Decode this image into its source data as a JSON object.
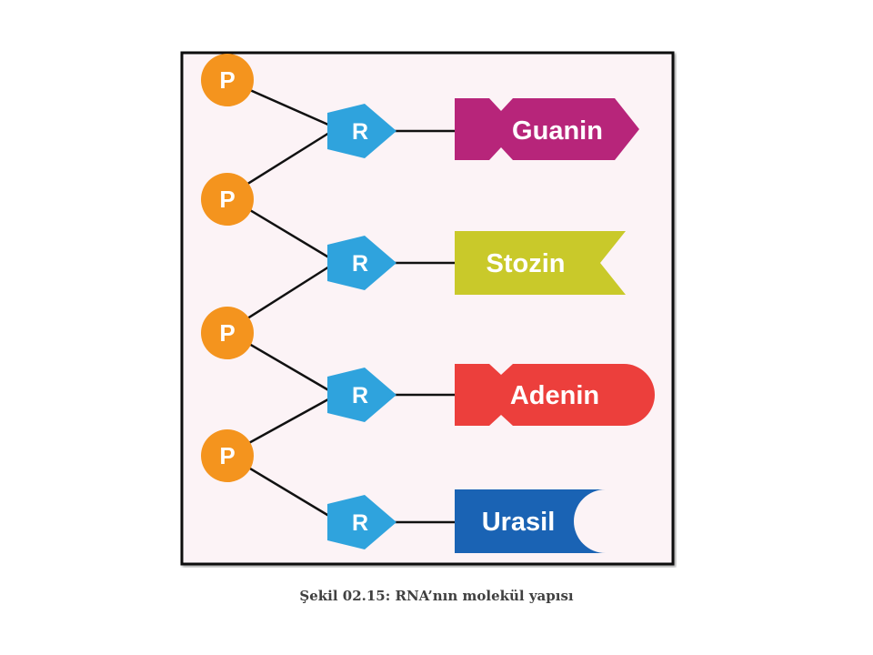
{
  "diagram": {
    "phosphate_label": "P",
    "ribose_label": "R",
    "bases": [
      {
        "name": "Guanin",
        "color": "#b7257a",
        "shape": "notch-left-arrow-right"
      },
      {
        "name": "Stozin",
        "color": "#c9c92a",
        "shape": "flat-left-notch-right"
      },
      {
        "name": "Adenin",
        "color": "#ec3f3c",
        "shape": "notch-left-round-right"
      },
      {
        "name": "Urasil",
        "color": "#1a63b4",
        "shape": "flat-left-concave-right"
      }
    ],
    "colors": {
      "phosphate": "#f4941e",
      "ribose": "#2fa3dd",
      "frame_background": "#fcf3f6",
      "frame_border": "#111111",
      "bond": "#111111"
    }
  },
  "caption": "Şekil 02.15: RNA’nın molekül yapısı"
}
